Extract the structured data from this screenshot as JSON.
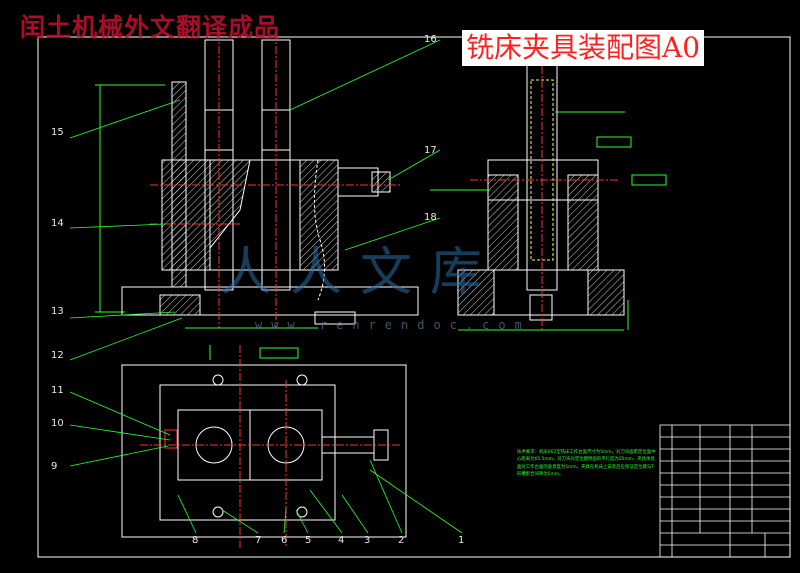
{
  "watermark_top": "闰土机械外文翻译成品",
  "drawing_title": "铣床夹具装配图A0",
  "watermark_center": "人人文库",
  "watermark_url": "www.renrendoc.com",
  "part_numbers": [
    "1",
    "2",
    "3",
    "4",
    "5",
    "6",
    "7",
    "8",
    "9",
    "10",
    "11",
    "12",
    "13",
    "14",
    "15",
    "16",
    "17",
    "18"
  ],
  "tech_notes": "技术要求：机床X62型铣床工作台面尺寸为5mm，对刀块面距定位面中心距离为65.5mm，对刀块对定位键侧面的平行度为25mm，夹具体底面对工作台面的垂直度为5mm，夹具在机床上安装后应保证定位键与T形槽配合间隙为5mm。",
  "colors": {
    "background": "#000000",
    "outline": "#ffffff",
    "hatch": "#ffffff",
    "centerline": "#ff3030",
    "dimension": "#2cff2c",
    "leader": "#2cff2c",
    "hidden": "#ffff40",
    "title_text": "#ff2020"
  }
}
